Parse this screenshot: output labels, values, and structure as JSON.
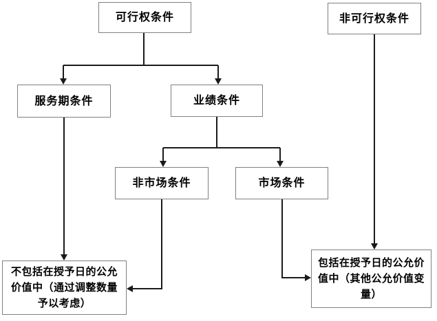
{
  "diagram": {
    "background": "#ffffff",
    "line_color": "#1a1a1a",
    "box_border_color": "#7f7f7f",
    "text_color": "#000000",
    "nodes": {
      "vesting": {
        "label": "可行权条件"
      },
      "non_vesting": {
        "label": "非可行权条件"
      },
      "service_period": {
        "label": "服务期条件"
      },
      "performance": {
        "label": "业绩条件"
      },
      "non_market": {
        "label": "非市场条件"
      },
      "market": {
        "label": "市场条件"
      },
      "excluded": {
        "label": "不包括在授予日的公允价值中（通过调整数量予以考虑）",
        "lines": [
          "不包括在授予日的公允",
          "价值中（通过调整数量",
          "予以考虑）"
        ]
      },
      "included": {
        "label": "包括在授予日的公允价值中（其他公允价值变量）",
        "lines": [
          "包括在授予日的公允价",
          "值中（其他公允价值变",
          "量）"
        ]
      }
    },
    "edges": [
      {
        "from": "可行权条件",
        "to": "服务期条件"
      },
      {
        "from": "可行权条件",
        "to": "业绩条件"
      },
      {
        "from": "业绩条件",
        "to": "非市场条件"
      },
      {
        "from": "业绩条件",
        "to": "市场条件"
      },
      {
        "from": "服务期条件",
        "to": "不包括在授予日的公允价值中（通过调整数量予以考虑）"
      },
      {
        "from": "非市场条件",
        "to": "不包括在授予日的公允价值中（通过调整数量予以考虑）"
      },
      {
        "from": "市场条件",
        "to": "包括在授予日的公允价值中（其他公允价值变量）"
      },
      {
        "from": "非可行权条件",
        "to": "包括在授予日的公允价值中（其他公允价值变量）"
      }
    ]
  }
}
